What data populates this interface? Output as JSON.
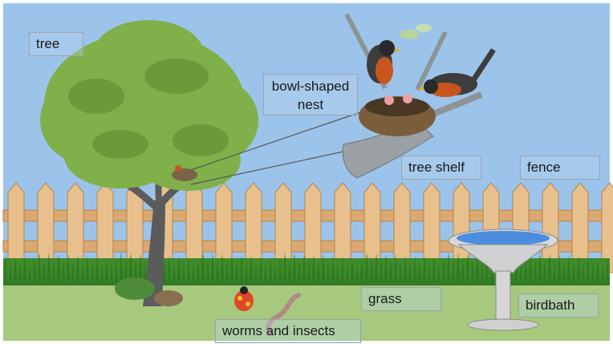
{
  "labels": {
    "tree": "tree",
    "nest": "bowl-shaped nest",
    "tree_shelf": "tree shelf",
    "fence": "fence",
    "grass": "grass",
    "birdbath": "birdbath",
    "food": "worms and insects"
  },
  "colors": {
    "sky": "#9cc4ea",
    "lawn": "#a6c97e",
    "fence": "#e8c08e",
    "foliage": "#7fb04a",
    "robin_breast": "#c8561c",
    "water": "#4b8ee0"
  }
}
